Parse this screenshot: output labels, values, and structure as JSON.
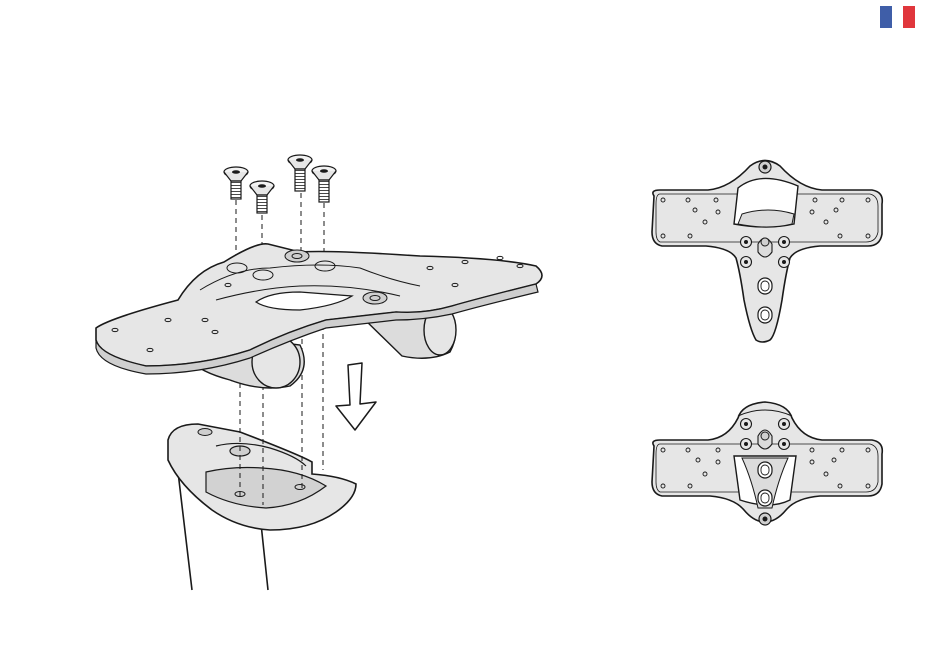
{
  "page": {
    "language_flag": {
      "icon": "france-flag-icon",
      "colors": [
        "#3f5ea8",
        "#ffffff",
        "#e0363c"
      ]
    }
  },
  "illustration": {
    "main": {
      "screws": {
        "count": 4,
        "icon": "screw-icon"
      },
      "arrow": {
        "icon": "arrow-down-icon",
        "direction": "down"
      },
      "parts": [
        "extension-bracket",
        "cockpit-base",
        "stem"
      ]
    },
    "views": [
      {
        "name": "bracket-top-view-forward",
        "icon": "bracket-plate-icon"
      },
      {
        "name": "bracket-top-view-reversed",
        "icon": "bracket-plate-icon"
      }
    ]
  },
  "colors": {
    "line": "#1a1a1a",
    "part_fill": "#e6e6e6",
    "part_shade": "#cfcfcf",
    "background": "#ffffff"
  }
}
